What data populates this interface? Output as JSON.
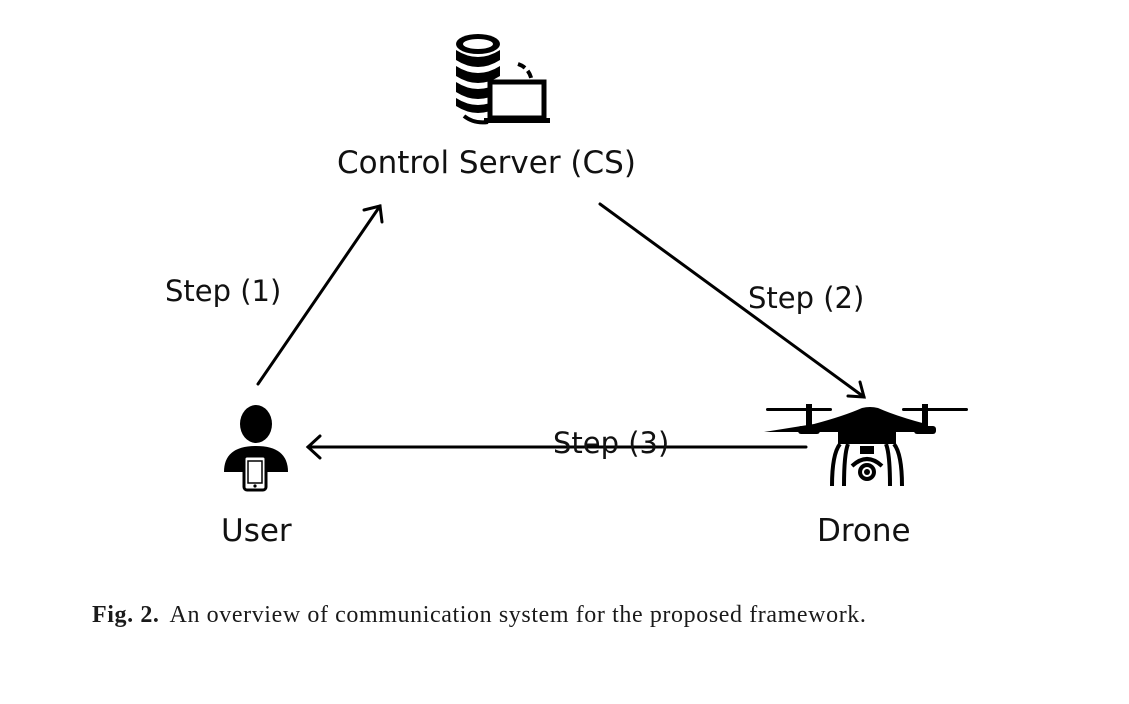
{
  "nodes": {
    "server": {
      "label": "Control Server (CS)",
      "icon": "database-laptop-icon"
    },
    "user": {
      "label": "User",
      "icon": "user-phone-icon"
    },
    "drone": {
      "label": "Drone",
      "icon": "drone-icon"
    }
  },
  "edges": [
    {
      "from": "user",
      "to": "server",
      "label": "Step (1)"
    },
    {
      "from": "server",
      "to": "drone",
      "label": "Step (2)"
    },
    {
      "from": "drone",
      "to": "user",
      "label": "Step (3)"
    }
  ],
  "caption": {
    "prefix": "Fig. 2.",
    "text": "An overview of communication system for the proposed framework."
  }
}
